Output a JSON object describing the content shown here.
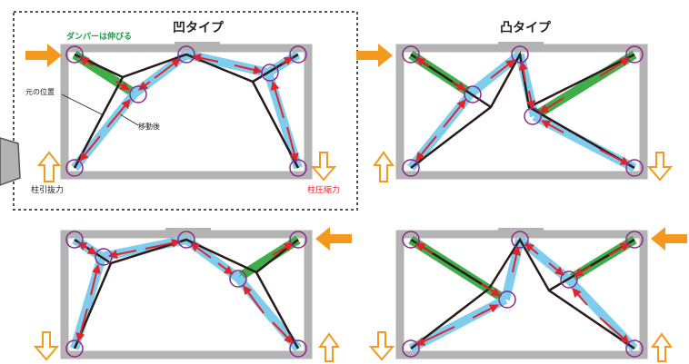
{
  "panels": {
    "concave_title": "凹タイプ",
    "convex_title": "凸タイプ"
  },
  "labels": {
    "damper_extends": "ダンパーは伸びる",
    "original_position": "元の位置",
    "after_move": "移動後",
    "column_pullout": "柱引抜力",
    "column_compression": "柱圧縮力"
  },
  "colors": {
    "frame": "#b3b3b3",
    "brace": "#7fcdee",
    "damper": "#3fae4a",
    "deformed_line": "#2a1a1a",
    "arrow": "#e0242a",
    "joint_circle": "#8a2a8a",
    "load_arrow": "#f39a1e",
    "outline": "#555555"
  }
}
